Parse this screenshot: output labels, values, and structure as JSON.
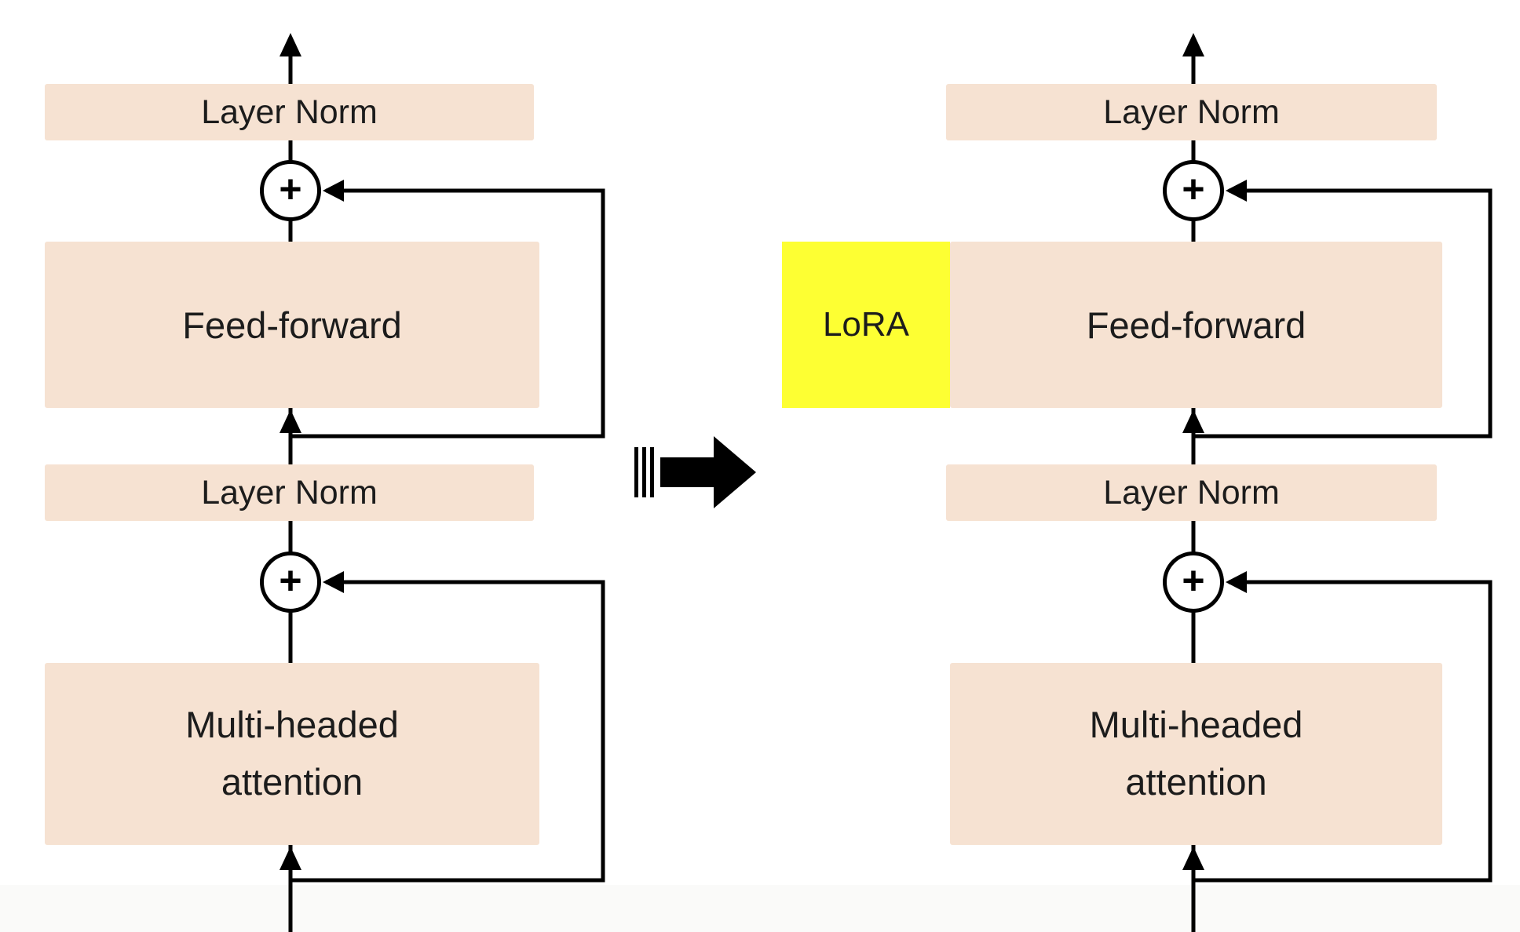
{
  "colors": {
    "block_fill": "#f6e2d2",
    "lora_fill": "#fdff33",
    "connector": "#000000",
    "text": "#1c1c1c",
    "background": "#ffffff"
  },
  "left_block": {
    "layer_norm_top": "Layer Norm",
    "plus_top": "+",
    "feed_forward": "Feed-forward",
    "layer_norm_bottom": "Layer Norm",
    "plus_bottom": "+",
    "attention_line1": "Multi-headed",
    "attention_line2": "attention"
  },
  "right_block": {
    "layer_norm_top": "Layer Norm",
    "plus_top": "+",
    "lora": "LoRA",
    "feed_forward": "Feed-forward",
    "layer_norm_bottom": "Layer Norm",
    "plus_bottom": "+",
    "attention_line1": "Multi-headed",
    "attention_line2": "attention"
  }
}
